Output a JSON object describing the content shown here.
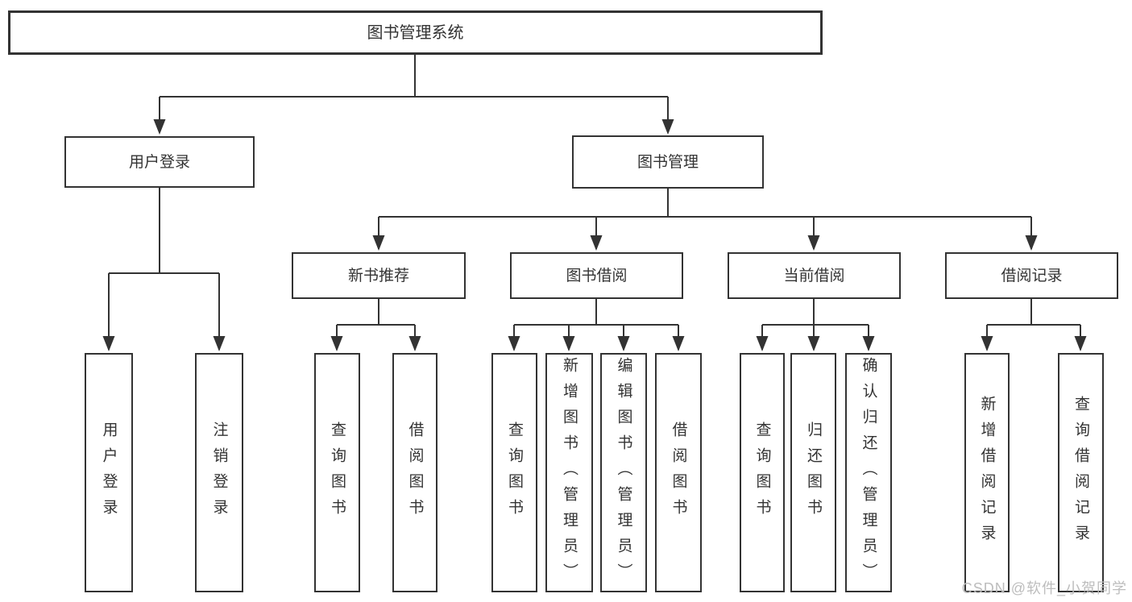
{
  "colors": {
    "line": "#333333",
    "node_border": "#333333",
    "text": "#333333",
    "background": "#ffffff",
    "watermark": "#bdbdbd"
  },
  "watermark": {
    "text": "CSDN @软件_小贺同学"
  },
  "tree": {
    "root": "图书管理系统",
    "user_login_branch": {
      "label": "用户登录",
      "children": [
        "用户登录",
        "注销登录"
      ]
    },
    "book_mgmt_branch": {
      "label": "图书管理",
      "sections": [
        {
          "label": "新书推荐",
          "children": [
            "查询图书",
            "借阅图书"
          ]
        },
        {
          "label": "图书借阅",
          "children": [
            "查询图书",
            "新增图书（管理员）",
            "编辑图书（管理员）",
            "借阅图书"
          ]
        },
        {
          "label": "当前借阅",
          "children": [
            "查询图书",
            "归还图书",
            "确认归还（管理员）"
          ]
        },
        {
          "label": "借阅记录",
          "children": [
            "新增借阅记录",
            "查询借阅记录"
          ]
        }
      ]
    }
  }
}
